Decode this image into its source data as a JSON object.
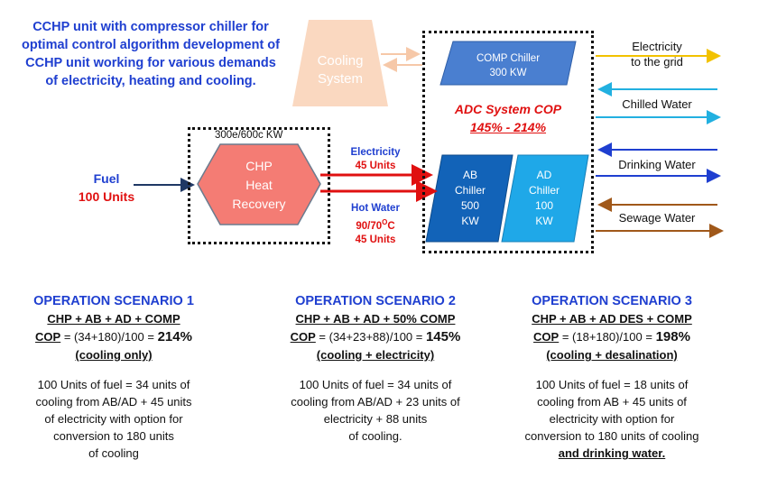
{
  "title": "CCHP unit with compressor chiller for optimal control algorithm development of CCHP unit working for various demands of electricity, heating and cooling.",
  "cooling_system": {
    "line1": "Cooling",
    "line2": "System"
  },
  "comp_chiller": {
    "line1": "COMP Chiller",
    "line2": "300 KW"
  },
  "adc_cop": {
    "line1": "ADC System COP",
    "line2": "145% - 214%"
  },
  "chp": {
    "capacity": "300e/600c KW",
    "line1": "CHP",
    "line2": "Heat",
    "line3": "Recovery"
  },
  "fuel": {
    "label": "Fuel",
    "units": "100 Units"
  },
  "electricity_flow": {
    "label": "Electricity",
    "units": "45 Units"
  },
  "hot_water_flow": {
    "label": "Hot Water",
    "temp_main": "90/70",
    "temp_sup": "O",
    "temp_unit": "C",
    "units": "45 Units"
  },
  "ab_chiller": {
    "l1": "AB",
    "l2": "Chiller",
    "l3": "500",
    "l4": "KW"
  },
  "ad_chiller": {
    "l1": "AD",
    "l2": "Chiller",
    "l3": "100",
    "l4": "KW"
  },
  "outputs": {
    "electricity": {
      "line1": "Electricity",
      "line2": "to the grid"
    },
    "chilled_water": "Chilled Water",
    "drinking_water": "Drinking Water",
    "sewage_water": "Sewage Water"
  },
  "colors": {
    "title_blue": "#1f3fd0",
    "red": "#e01010",
    "yellow": "#f2c200",
    "cyan": "#22b0e0",
    "blue": "#1f3fd0",
    "brown": "#a0581a",
    "cooling_fill": "#fad8c0",
    "chp_fill": "#f47c74",
    "comp_fill": "#4a7fd0",
    "ab_fill": "#1263b8",
    "ad_fill": "#1fa8e8"
  },
  "scenarios": [
    {
      "heading": "OPERATION SCENARIO 1",
      "config": "CHP + AB + AD + COMP",
      "cop_label": "COP",
      "cop_formula": " = (34+180)/100 = ",
      "cop_value": "214%",
      "mode": "(cooling only)",
      "desc": [
        "100 Units of fuel = 34 units of",
        "cooling from AB/AD + 45 units",
        "of electricity with option for",
        "conversion to 180 units",
        "of cooling"
      ],
      "desc_emph": ""
    },
    {
      "heading": "OPERATION SCENARIO 2",
      "config": "CHP + AB + AD + 50% COMP",
      "cop_label": "COP",
      "cop_formula": " = (34+23+88)/100 = ",
      "cop_value": "145%",
      "mode": "(cooling + electricity)",
      "desc": [
        "100 Units of fuel = 34 units of",
        "cooling from AB/AD + 23 units of",
        "electricity + 88 units",
        "of cooling."
      ],
      "desc_emph": ""
    },
    {
      "heading": "OPERATION SCENARIO 3",
      "config": "CHP + AB + AD DES + COMP",
      "cop_label": "COP",
      "cop_formula": " = (18+180)/100 = ",
      "cop_value": "198%",
      "mode": "(cooling + desalination)",
      "desc": [
        "100 Units of fuel = 18 units of",
        "cooling from AB + 45 units of",
        "electricity with option for",
        "conversion to 180 units of cooling"
      ],
      "desc_emph": "and drinking water."
    }
  ]
}
